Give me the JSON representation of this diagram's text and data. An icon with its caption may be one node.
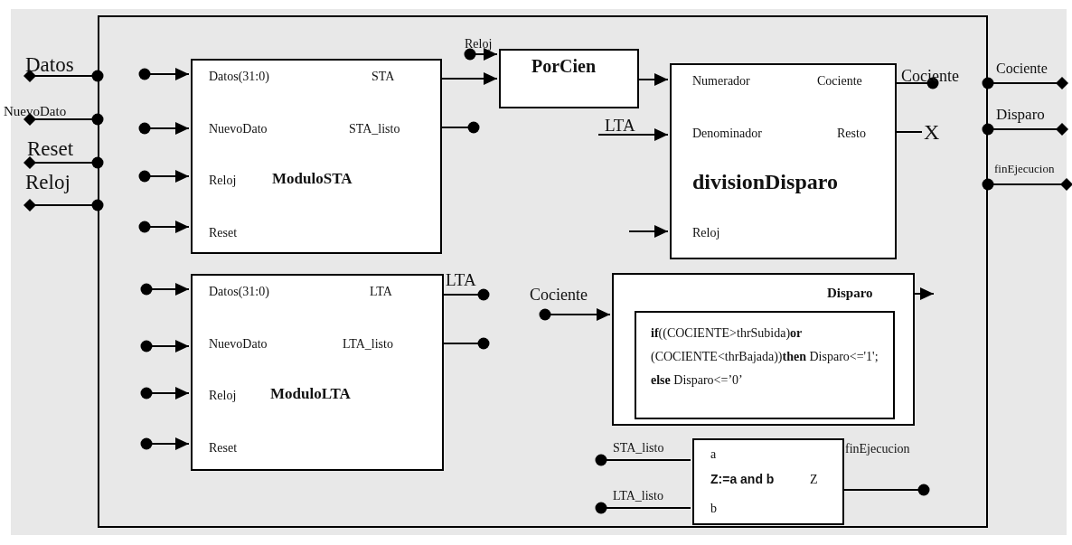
{
  "diagram": {
    "nodes": [
      {
        "text": [],
        "shape": "box"
      },
      {
        "text": [
          "Datos(31:0)",
          "STA",
          "NuevoDato",
          "STA_listo",
          "Reloj",
          "ModuloSTA",
          "Reset"
        ],
        "in": 0
      },
      {
        "text": [
          "PorCien"
        ],
        "in": 0
      },
      {
        "text": [
          "Numerador",
          "Cociente",
          "Denominador",
          "Resto",
          "divisionDisparo",
          "Reloj"
        ],
        "in": 0
      },
      {
        "text": [
          "Datos(31:0)",
          "LTA",
          "NuevoDato",
          "LTA_listo",
          "Reloj",
          "ModuloLTA",
          "Reset"
        ],
        "in": 0
      },
      {
        "text": [
          "Disparo"
        ],
        "in": 0
      },
      {
        "text": [
          "**if**((COCIENTE>thrSubida)**or** (COCIENTE<thrBajada))**then** Disparo<='1'; **else** Disparo<=’0’"
        ],
        "in": 5
      },
      {
        "text": [
          "a",
          "Z:=a and b",
          "Z",
          "b"
        ],
        "in": 0
      },
      {
        "text": [
          "X"
        ],
        "in": 0
      }
    ],
    "edges": [
      {
        "from": null,
        "to": 0,
        "arrow": "other",
        "label": "Datos"
      },
      {
        "from": null,
        "to": 0,
        "arrow": "other",
        "label": "NuevoDato"
      },
      {
        "from": null,
        "to": 0,
        "arrow": "other",
        "label": "Reset"
      },
      {
        "from": null,
        "to": 0,
        "arrow": "other",
        "label": "Reloj"
      },
      {
        "from": null,
        "to": 1,
        "arrow": "to"
      },
      {
        "from": null,
        "to": 1,
        "arrow": "to"
      },
      {
        "from": null,
        "to": 1,
        "arrow": "to"
      },
      {
        "from": null,
        "to": 1,
        "arrow": "to"
      },
      {
        "from": 1,
        "to": 2,
        "arrow": "to"
      },
      {
        "from": null,
        "to": 2,
        "arrow": "to",
        "label": "Reloj"
      },
      {
        "from": 1,
        "to": null,
        "arrow": "other"
      },
      {
        "from": 2,
        "to": 3,
        "arrow": "to"
      },
      {
        "from": null,
        "to": 3,
        "arrow": "to",
        "label": "LTA"
      },
      {
        "from": null,
        "to": 3,
        "arrow": "to"
      },
      {
        "from": 3,
        "to": null,
        "arrow": "other",
        "label": "Cociente"
      },
      {
        "from": 3,
        "to": 8,
        "arrow": "none"
      },
      {
        "from": null,
        "to": 4,
        "arrow": "to"
      },
      {
        "from": null,
        "to": 4,
        "arrow": "to"
      },
      {
        "from": null,
        "to": 4,
        "arrow": "to"
      },
      {
        "from": null,
        "to": 4,
        "arrow": "to"
      },
      {
        "from": 4,
        "to": null,
        "arrow": "other",
        "label": "LTA"
      },
      {
        "from": 4,
        "to": null,
        "arrow": "other"
      },
      {
        "from": null,
        "to": 5,
        "arrow": "to",
        "label": "Cociente"
      },
      {
        "from": 5,
        "to": null,
        "arrow": "to"
      },
      {
        "from": null,
        "to": 7,
        "arrow": "other",
        "label": "STA_listo"
      },
      {
        "from": null,
        "to": 7,
        "arrow": "other",
        "label": "LTA_listo"
      },
      {
        "from": 7,
        "to": null,
        "arrow": "other",
        "label": "finEjecucion"
      },
      {
        "from": 0,
        "to": null,
        "arrow": "other",
        "label": "Cociente"
      },
      {
        "from": 0,
        "to": null,
        "arrow": "other",
        "label": "Disparo"
      },
      {
        "from": 0,
        "to": null,
        "arrow": "other",
        "label": "finEjecucion"
      }
    ]
  }
}
